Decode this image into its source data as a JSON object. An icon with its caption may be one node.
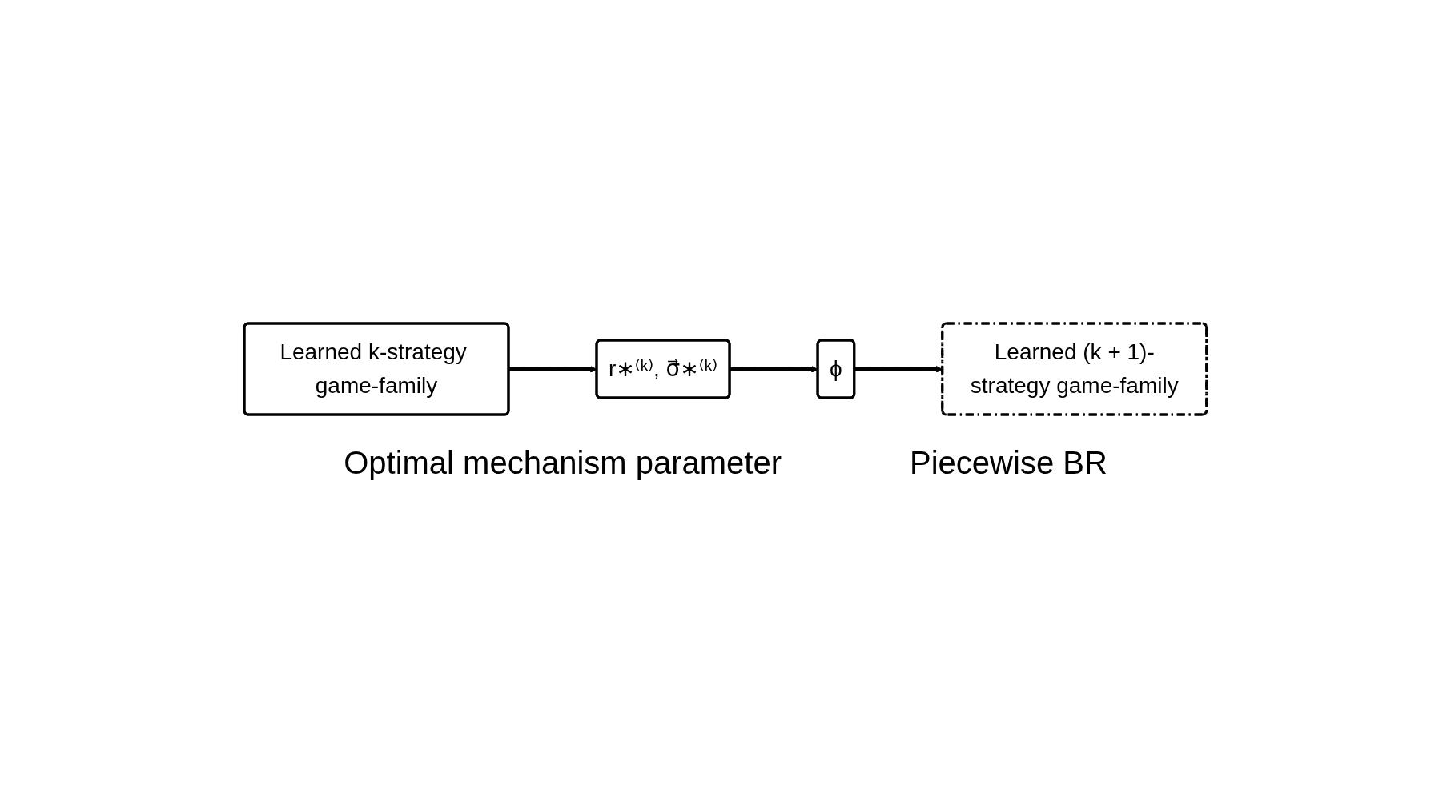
{
  "diagram": {
    "nodes": [
      {
        "text": [
          "Learned k-strategy game-family"
        ]
      },
      {
        "text": [
          "r∗⁽ᵏ⁾, σ⃗∗⁽ᵏ⁾"
        ]
      },
      {
        "text": [
          "ϕ"
        ]
      },
      {
        "text": [
          "Learned (k + 1)-strategy game-family"
        ]
      }
    ],
    "edges": [
      {
        "from": 0,
        "to": 1,
        "arrow": "to"
      },
      {
        "from": 1,
        "to": 2,
        "arrow": "to"
      },
      {
        "from": 2,
        "to": 3,
        "arrow": "to"
      }
    ],
    "labels": [
      "Optimal mechanism parameter",
      "Piecewise BR"
    ]
  }
}
